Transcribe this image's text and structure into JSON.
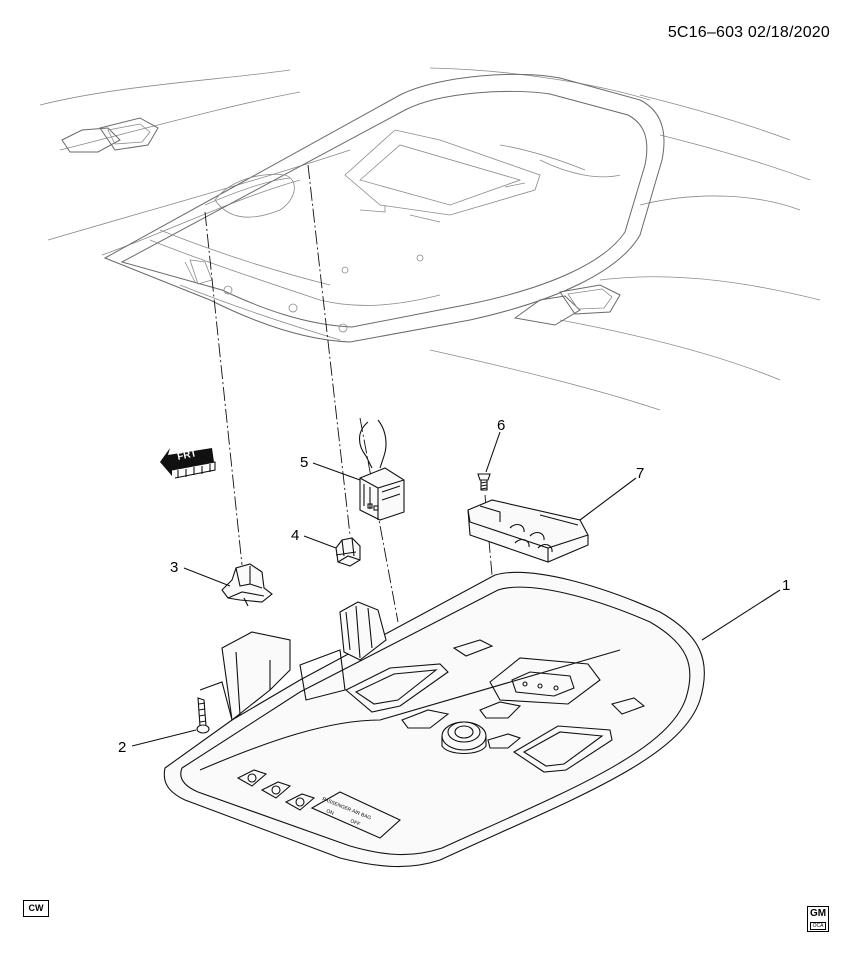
{
  "header": {
    "drawing_ref": "5C16–603  02/18/2020"
  },
  "orientation": {
    "arrow_label": "FRT"
  },
  "callouts": [
    {
      "id": "1",
      "label": "1"
    },
    {
      "id": "2",
      "label": "2"
    },
    {
      "id": "3",
      "label": "3"
    },
    {
      "id": "4",
      "label": "4"
    },
    {
      "id": "5",
      "label": "5"
    },
    {
      "id": "6",
      "label": "6"
    },
    {
      "id": "7",
      "label": "7"
    }
  ],
  "console_text": {
    "airbag_title": "PASSENGER AIR BAG",
    "airbag_on": "ON",
    "airbag_off": "OFF"
  },
  "footer": {
    "left_badge": "CW",
    "logo_text": "GM",
    "logo_sub": "OCA"
  }
}
